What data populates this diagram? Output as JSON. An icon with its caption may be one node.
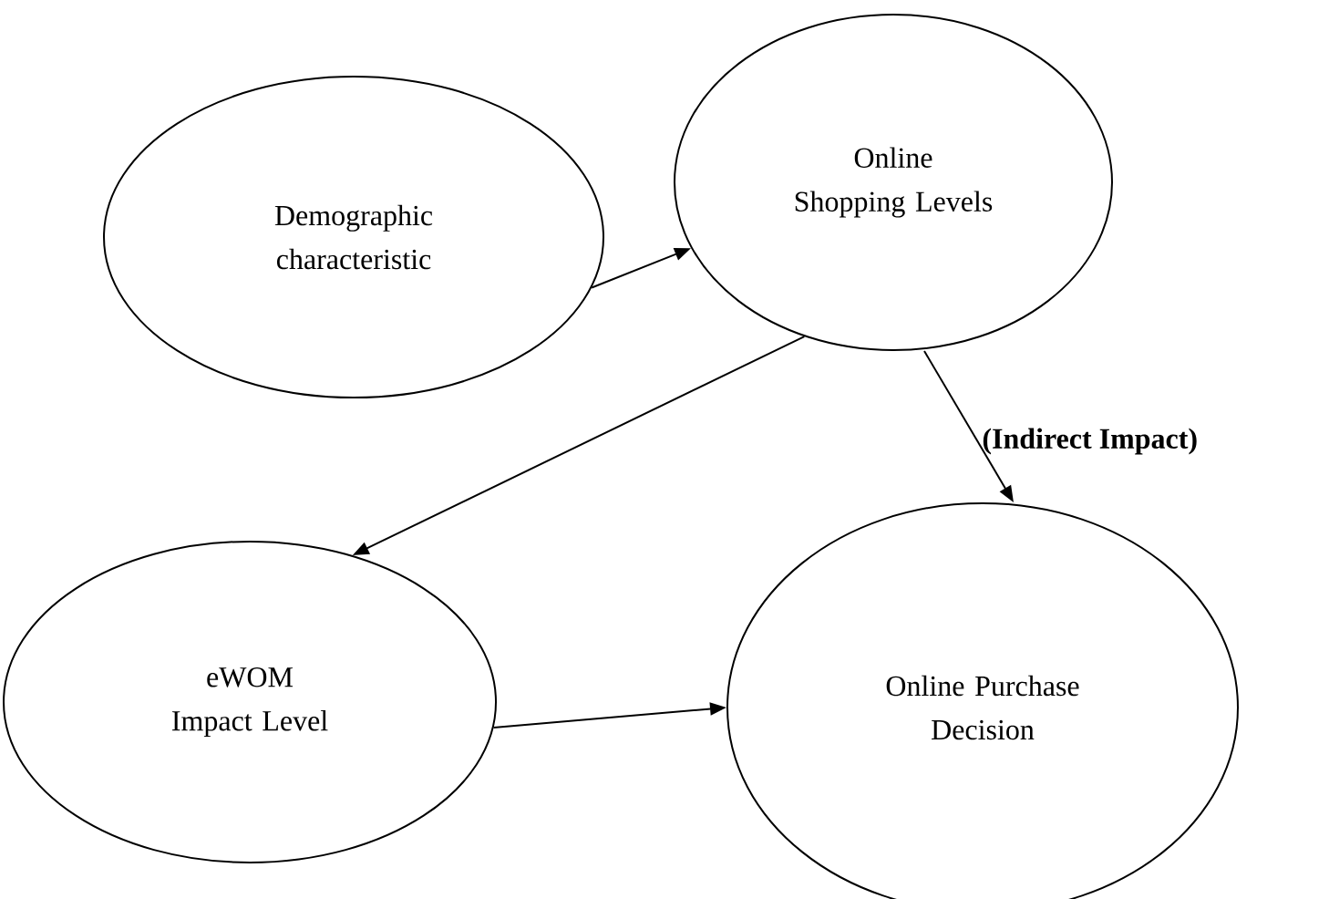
{
  "diagram": {
    "nodes": [
      {
        "text": [
          "Demographic characteristic"
        ]
      },
      {
        "text": [
          "Online Shopping Levels"
        ]
      },
      {
        "text": [
          "eWOM Impact Level"
        ]
      },
      {
        "text": [
          "Online Purchase Decision"
        ]
      }
    ],
    "edges": [
      {
        "from": 0,
        "to": 1,
        "arrow": "to"
      },
      {
        "from": 1,
        "to": 2,
        "arrow": "to"
      },
      {
        "from": 1,
        "to": 3,
        "arrow": "to",
        "label": "(Indirect Impact)"
      },
      {
        "from": 2,
        "to": 3,
        "arrow": "to"
      }
    ]
  }
}
